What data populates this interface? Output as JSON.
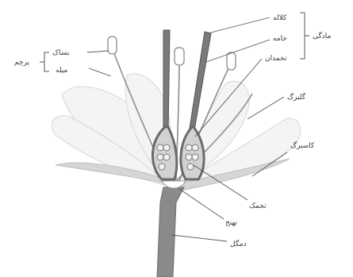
{
  "labels": {
    "stigma": "کلاله",
    "style": "خامه",
    "ovary": "تخمدان",
    "pistil": "مادگی",
    "anther": "بساک",
    "filament": "میله",
    "stamen": "پرچم",
    "petal": "گلبرگ",
    "sepal": "کاسبرگ",
    "ovule": "تخمک",
    "receptacle": "نهنج",
    "pedicel": "دمگل"
  }
}
